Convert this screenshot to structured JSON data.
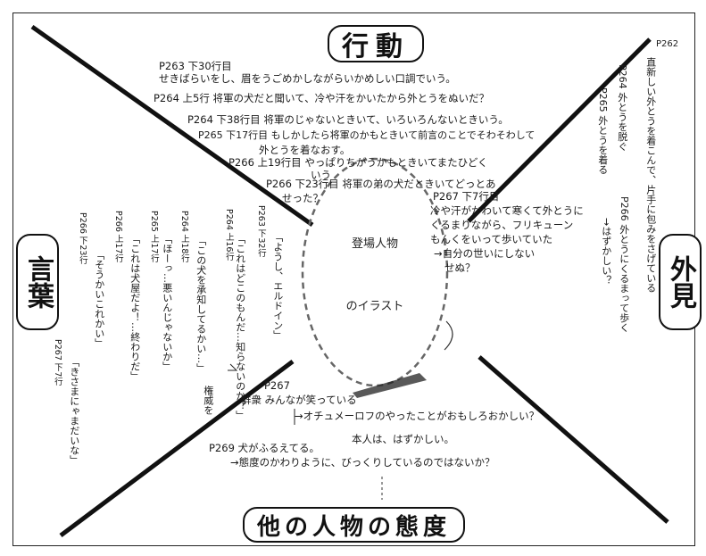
{
  "categories": {
    "top": "行動",
    "left": "言葉",
    "right": "外見",
    "bottom": "他の人物の態度"
  },
  "center": {
    "line1": "登場人物",
    "line2": "のイラスト"
  },
  "action_notes": [
    "P263 下30行目",
    "せきばらいをし、眉をうごめかしながらいかめしい口調でいう。",
    "P264 上5行 将軍の犬だと聞いて、冷や汗をかいたから外とうをぬいだ？",
    "P264 下38行目 将軍のじゃないときいて、いろいろんないときいう。",
    "P265 下17行目 もしかしたら将軍のかもときいて前言のことでそわそわして",
    "外とうを着なおす。",
    "P266 上19行目 やっぱりちがうかもときいてまたひどく",
    "いう",
    "P266 下23行目 将軍の弟の犬だときいてどっとあ",
    "せった？"
  ],
  "appearance_notes": {
    "p262": "P262",
    "v1": "直新しい外とうを着こんで、片手に包みをさげている",
    "v2": "P264 外とうを脱ぐ",
    "v3": "P265 外とうを着る",
    "p267_head": "P267 下7行目",
    "p267_lines": [
      "冷や汗がかわいて寒くて外とうに",
      "くるまりながら、フリキューン",
      "もんくをいって歩いていた",
      "→自分の世いにしない",
      "せぬ？"
    ],
    "v4": "P266 外とうにくるまって歩く",
    "v5": "→はずかしい？"
  },
  "word_notes": [
    {
      "page": "P266 下23行",
      "quote": "「そうかいこれかい」"
    },
    {
      "page": "P266 上17行",
      "quote": "「これは犬屋だよ！…終わりだ」"
    },
    {
      "page": "P265 上17行",
      "quote": "「ほーっ…悪いんじゃないか」"
    },
    {
      "page": "P264 上18行",
      "quote": "「この犬を承知してるかい…」"
    },
    {
      "page": "P264 上16行",
      "quote": "「これはどこのもんだ…知らないのか？」"
    },
    {
      "page": "P263 下32行",
      "quote": "「ようし、エルドイン」"
    }
  ],
  "word_extra": {
    "page": "P267 下7行",
    "quote": "「きさまにゃまだいな」"
  },
  "word_side": "権威を",
  "other_notes": [
    "P267",
    "群衆 みんなが笑っている",
    "→オチュメーロフのやったことがおもしろおかしい？",
    "本人は、はずかしい。",
    "P269 犬がふるえてる。",
    "→態度のかわりように、びっくりしているのではないか？"
  ]
}
